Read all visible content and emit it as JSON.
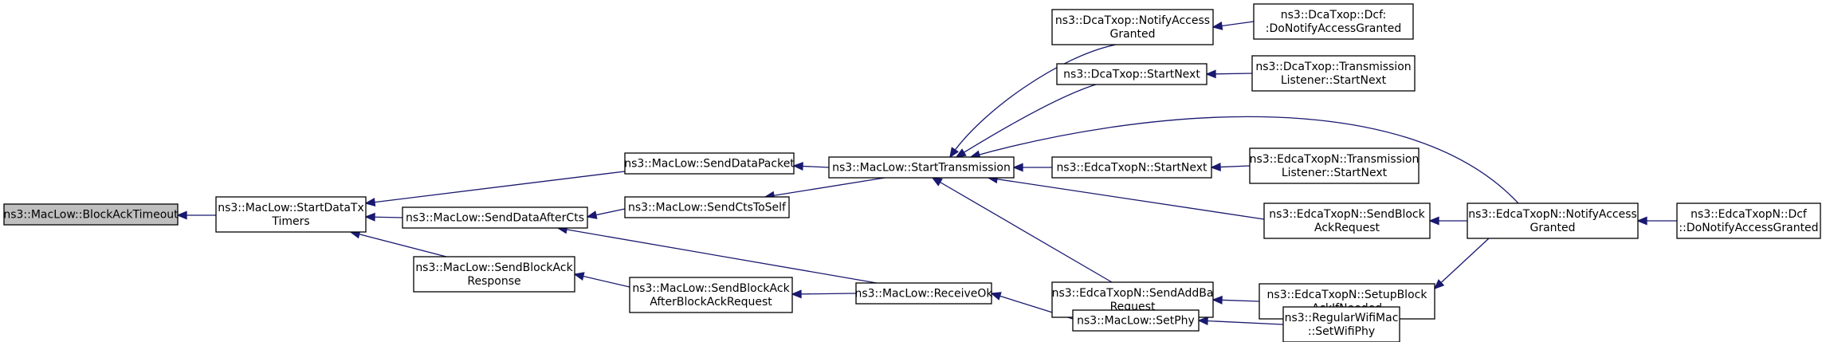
{
  "graph": {
    "nodes": [
      {
        "id": "n0",
        "lines": [
          "ns3::MacLow::BlockAckTimeout"
        ],
        "highlight": true
      },
      {
        "id": "n1",
        "lines": [
          "ns3::MacLow::StartDataTx",
          "Timers"
        ]
      },
      {
        "id": "n2",
        "lines": [
          "ns3::MacLow::SendDataPacket"
        ]
      },
      {
        "id": "n3",
        "lines": [
          "ns3::MacLow::SendDataAfterCts"
        ]
      },
      {
        "id": "n4",
        "lines": [
          "ns3::MacLow::SendBlockAck",
          "Response"
        ]
      },
      {
        "id": "n5",
        "lines": [
          "ns3::MacLow::SendCtsToSelf"
        ]
      },
      {
        "id": "n6",
        "lines": [
          "ns3::MacLow::SendBlockAck",
          "AfterBlockAckRequest"
        ]
      },
      {
        "id": "n7",
        "lines": [
          "ns3::MacLow::StartTransmission"
        ]
      },
      {
        "id": "n8",
        "lines": [
          "ns3::MacLow::ReceiveOk"
        ]
      },
      {
        "id": "n9",
        "lines": [
          "ns3::DcaTxop::NotifyAccess",
          "Granted"
        ]
      },
      {
        "id": "n10",
        "lines": [
          "ns3::DcaTxop::StartNext"
        ]
      },
      {
        "id": "n11",
        "lines": [
          "ns3::EdcaTxopN::StartNext"
        ]
      },
      {
        "id": "n12",
        "lines": [
          "ns3::EdcaTxopN::SendAddBa",
          "Request"
        ]
      },
      {
        "id": "n13",
        "lines": [
          "ns3::MacLow::SetPhy"
        ]
      },
      {
        "id": "n14",
        "lines": [
          "ns3::DcaTxop::Dcf:",
          ":DoNotifyAccessGranted"
        ]
      },
      {
        "id": "n15",
        "lines": [
          "ns3::DcaTxop::Transmission",
          "Listener::StartNext"
        ]
      },
      {
        "id": "n16",
        "lines": [
          "ns3::EdcaTxopN::Transmission",
          "Listener::StartNext"
        ]
      },
      {
        "id": "n17",
        "lines": [
          "ns3::EdcaTxopN::SendBlock",
          "AckRequest"
        ]
      },
      {
        "id": "n18",
        "lines": [
          "ns3::EdcaTxopN::SetupBlock",
          "AckIfNeeded"
        ]
      },
      {
        "id": "n19",
        "lines": [
          "ns3::RegularWifiMac",
          "::SetWifiPhy"
        ]
      },
      {
        "id": "n20",
        "lines": [
          "ns3::EdcaTxopN::NotifyAccess",
          "Granted"
        ]
      },
      {
        "id": "n21",
        "lines": [
          "ns3::EdcaTxopN::Dcf",
          "::DoNotifyAccessGranted"
        ]
      }
    ],
    "edges": [
      {
        "from": "n1",
        "to": "n0"
      },
      {
        "from": "n2",
        "to": "n1"
      },
      {
        "from": "n3",
        "to": "n1"
      },
      {
        "from": "n4",
        "to": "n1"
      },
      {
        "from": "n7",
        "to": "n2"
      },
      {
        "from": "n5",
        "to": "n3"
      },
      {
        "from": "n8",
        "to": "n3"
      },
      {
        "from": "n6",
        "to": "n4"
      },
      {
        "from": "n7",
        "to": "n5"
      },
      {
        "from": "n8",
        "to": "n6"
      },
      {
        "from": "n9",
        "to": "n7"
      },
      {
        "from": "n10",
        "to": "n7"
      },
      {
        "from": "n11",
        "to": "n7"
      },
      {
        "from": "n12",
        "to": "n7"
      },
      {
        "from": "n17",
        "to": "n7"
      },
      {
        "from": "n20",
        "to": "n7"
      },
      {
        "from": "n13",
        "to": "n8"
      },
      {
        "from": "n14",
        "to": "n9"
      },
      {
        "from": "n15",
        "to": "n10"
      },
      {
        "from": "n16",
        "to": "n11"
      },
      {
        "from": "n18",
        "to": "n12"
      },
      {
        "from": "n19",
        "to": "n13"
      },
      {
        "from": "n20",
        "to": "n17"
      },
      {
        "from": "n20",
        "to": "n18"
      },
      {
        "from": "n21",
        "to": "n20"
      }
    ],
    "colors": {
      "edge": "#191970",
      "node_fill": "#ffffff",
      "highlight_fill": "#bfbfbf",
      "node_border": "#000000"
    }
  }
}
